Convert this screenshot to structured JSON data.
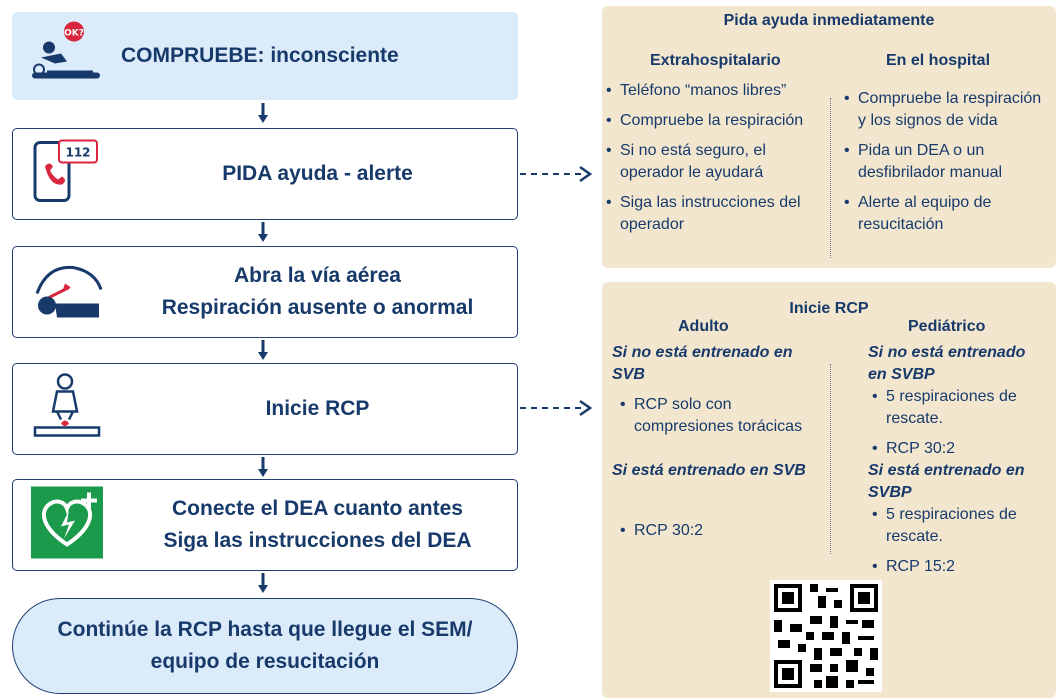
{
  "flow": {
    "step1": "COMPRUEBE: inconsciente",
    "step1_badge": "OK?",
    "step2": "PIDA ayuda - alerte",
    "step2_badge": "112",
    "step3_line1": "Abra la vía aérea",
    "step3_line2": "Respiración ausente o anormal",
    "step4": "Inicie RCP",
    "step5_line1": "Conecte el DEA cuanto antes",
    "step5_line2": "Siga las instrucciones del DEA",
    "final_line1": "Continúe la RCP hasta que llegue el SEM/",
    "final_line2": "equipo de resucitación"
  },
  "help_panel": {
    "title": "Pida ayuda inmediatamente",
    "out_head": "Extrahospitalario",
    "out_items": [
      "Teléfono “manos libres”",
      "Compruebe la respiración",
      "Si no está seguro, el operador le ayudará",
      "Siga las instrucciones del operador"
    ],
    "in_head": "En el hospital",
    "in_items": [
      "Compruebe la respiración y los signos de vida",
      "Pida un DEA o un desfibrilador manual",
      "Alerte al equipo de resucitación"
    ]
  },
  "cpr_panel": {
    "title": "Inicie RCP",
    "adult_head": "Adulto",
    "adult_untrained": "Si no está entrenado en SVB",
    "adult_untrained_items": [
      "RCP solo con compresiones torácicas"
    ],
    "adult_trained": "Si está entrenado en SVB",
    "adult_trained_items": [
      "RCP 30:2"
    ],
    "ped_head": "Pediátrico",
    "ped_untrained": "Si no está entrenado en SVBP",
    "ped_untrained_items": [
      "5 respiraciones de rescate.",
      "RCP 30:2"
    ],
    "ped_trained": "Si está entrenado en SVBP",
    "ped_trained_items": [
      "5 respiraciones de rescate.",
      "RCP 15:2"
    ]
  },
  "colors": {
    "navy": "#173a6b",
    "light_blue": "#dcebfa",
    "beige": "#f2e6cf",
    "red": "#d7263d",
    "aed_green": "#1b9a4b"
  }
}
